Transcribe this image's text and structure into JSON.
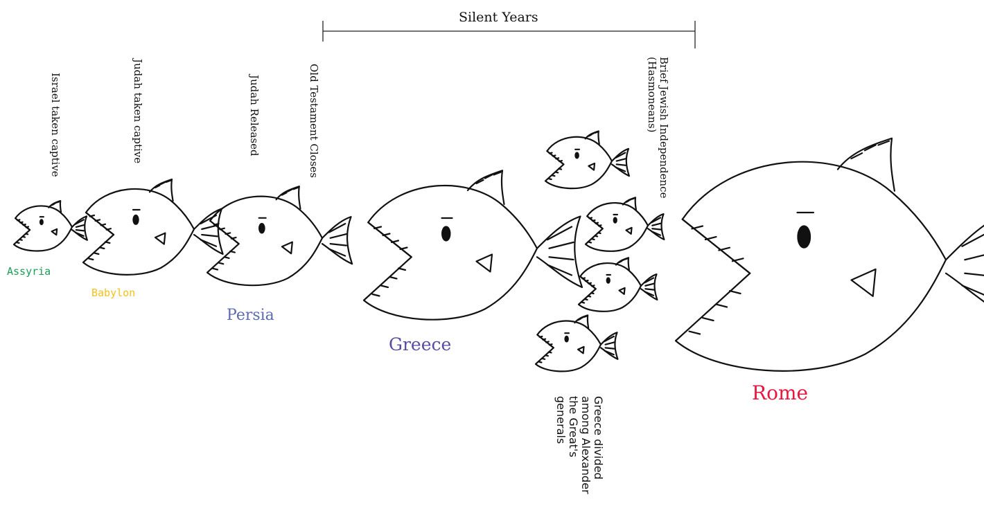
{
  "header": {
    "silent_years": "Silent Years"
  },
  "events": {
    "israel_captive": "Israel taken captive",
    "judah_captive": "Judah taken captive",
    "judah_released": "Judah Released",
    "ot_closes": "Old Testament Closes",
    "jewish_independence": "Brief Jewish Independence\n(Hasmoneans)",
    "greece_divided": "Greece divided\namong Alexander\nthe Great's\ngenerals"
  },
  "empires": {
    "assyria": {
      "name": "Assyria",
      "color": "#1a9e57"
    },
    "babylon": {
      "name": "Babylon",
      "color": "#f2c21b"
    },
    "persia": {
      "name": "Persia",
      "color": "#5b6ab0"
    },
    "greece": {
      "name": "Greece",
      "color": "#5a4aa0"
    },
    "rome": {
      "name": "Rome",
      "color": "#e8173f"
    }
  }
}
